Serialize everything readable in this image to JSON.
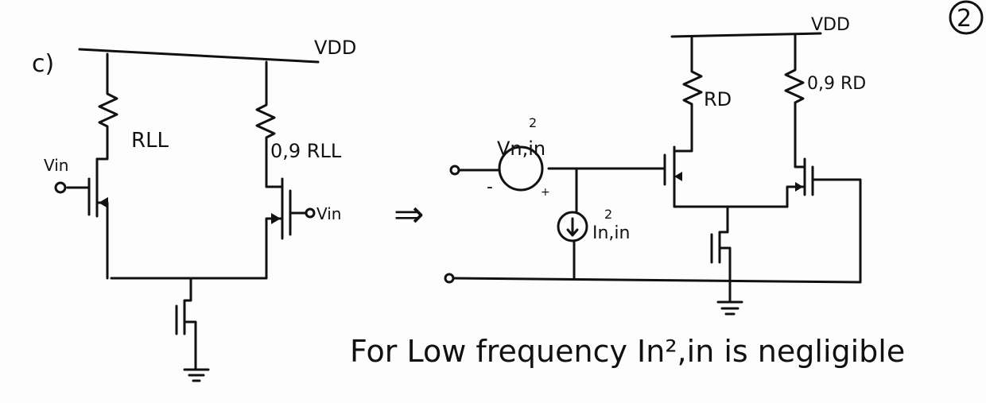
{
  "left_circuit": {
    "part_label": "c)",
    "supply": "VDD",
    "load_left": "RLL",
    "load_right": "0,9 RLL",
    "input_left": "Vin",
    "input_right": "Vin"
  },
  "arrow": "⇒",
  "right_circuit": {
    "supply": "VDD",
    "page_number": "2",
    "load_left": "RD",
    "load_right": "0,9 RD",
    "noise_voltage": "Vn,in",
    "noise_voltage_exp": "2",
    "noise_current": "In,in",
    "noise_current_exp": "2",
    "minus": "-",
    "plus": "+"
  },
  "note": "For Low frequency In²,in is negligible"
}
